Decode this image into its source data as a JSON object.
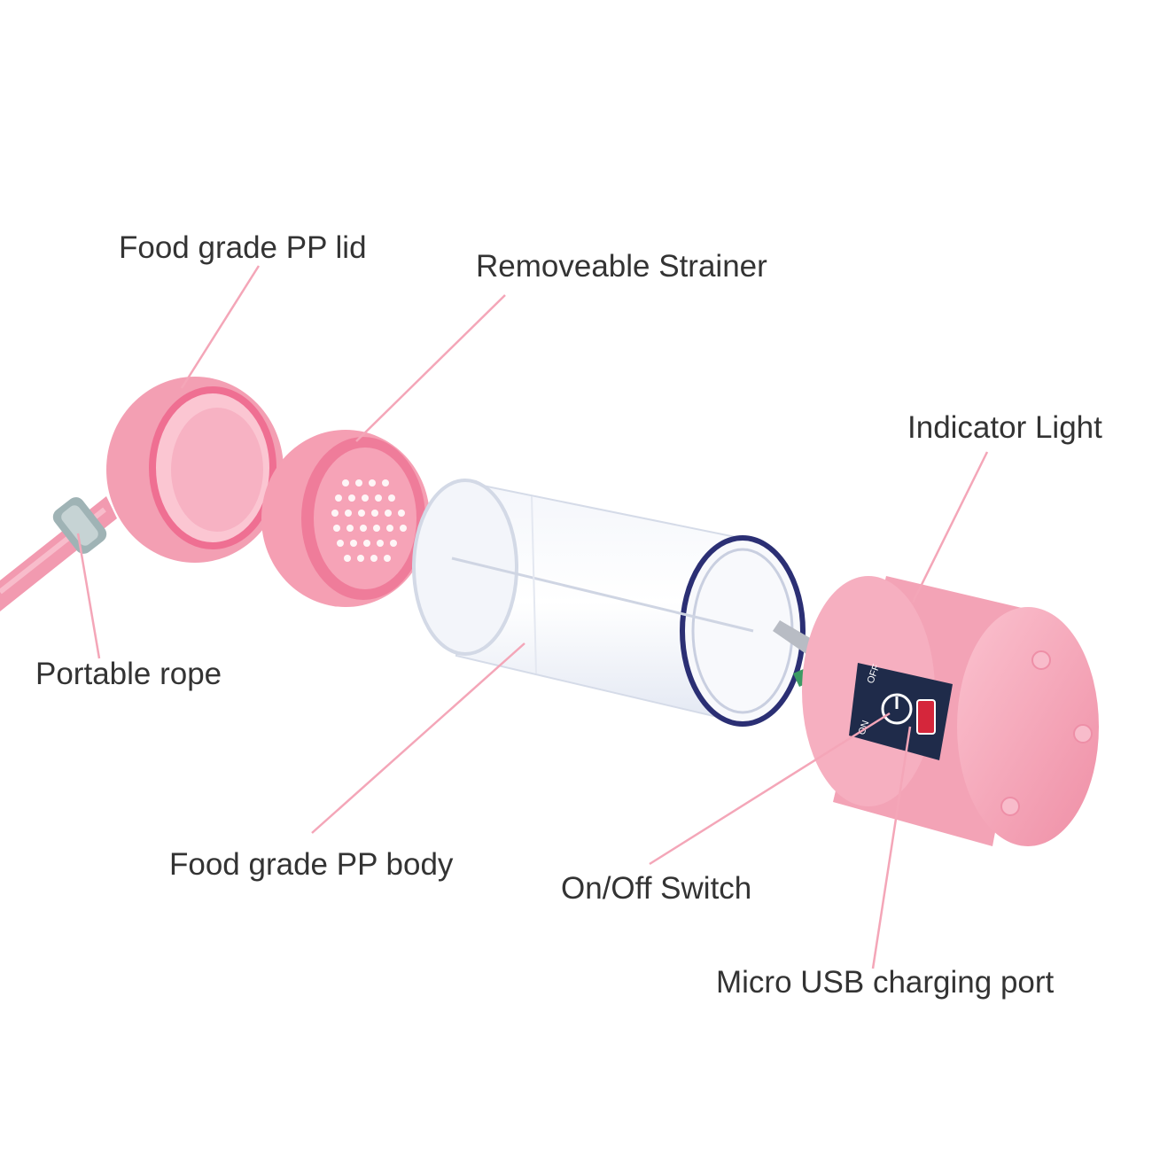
{
  "labels": {
    "lid": "Food grade PP lid",
    "strainer": "Removeable Strainer",
    "indicator": "Indicator Light",
    "rope": "Portable rope",
    "body": "Food grade PP body",
    "switch": "On/Off Switch",
    "usb": "Micro USB charging port"
  },
  "panel": {
    "on_text": "ON",
    "off_text": "OFF"
  },
  "colors": {
    "pink": "#f5a3b6",
    "pink_dark": "#ee7f9c",
    "pink_light": "#fcc8d4",
    "leader_line": "#f4a6b8",
    "text": "#333333",
    "panel": "#1f2b4a",
    "cup_rim": "#2b2f74"
  }
}
